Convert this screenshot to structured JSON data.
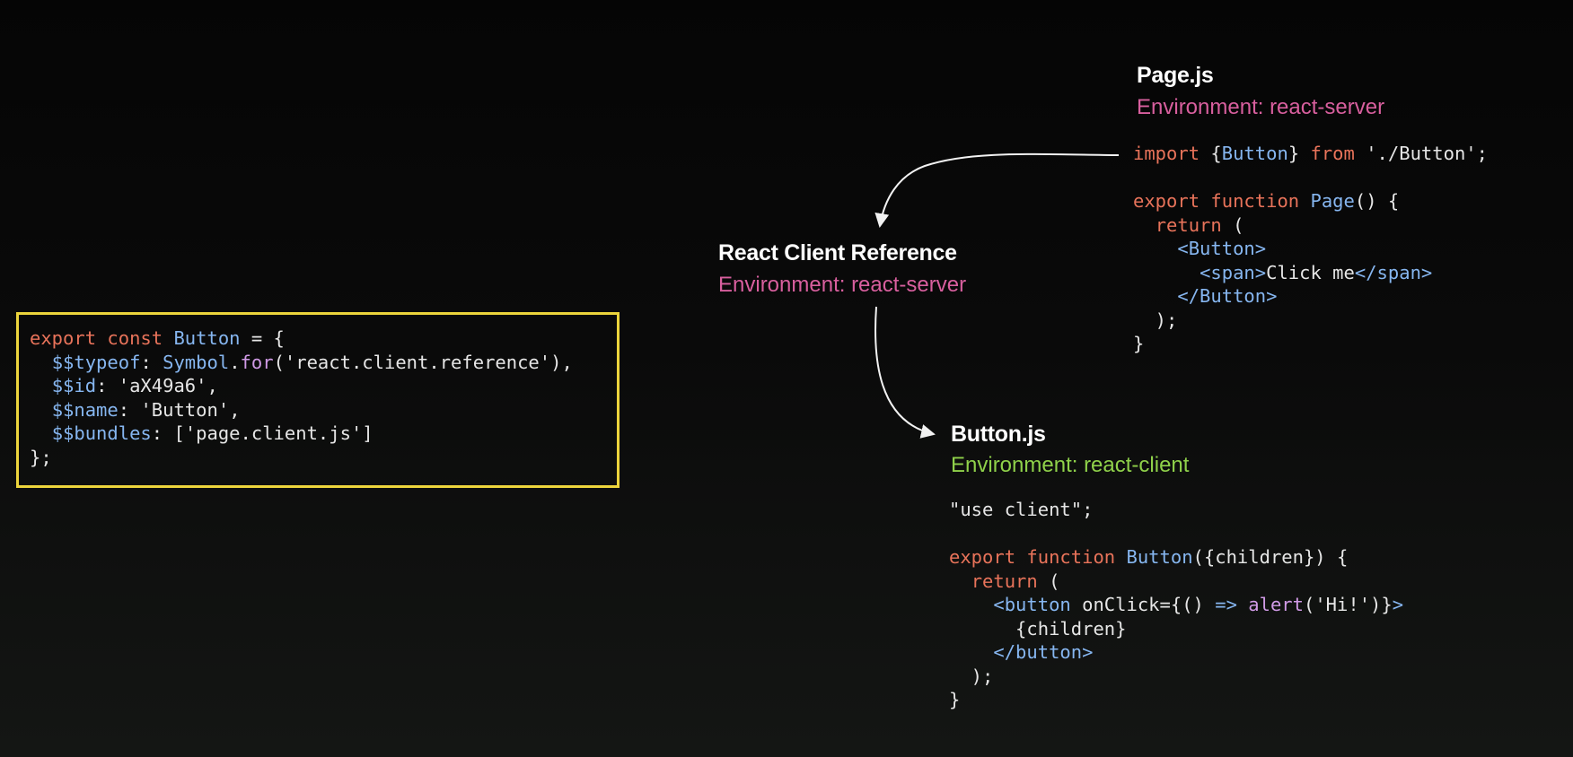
{
  "client_reference": {
    "code_lines": [
      "export const Button = {",
      "  $$typeof: Symbol.for('react.client.reference'),",
      "  $$id: 'aX49a6',",
      "  $$name: 'Button',",
      "  $$bundles: ['page.client.js']",
      "};"
    ]
  },
  "page_file": {
    "title": "Page.js",
    "environment": "Environment: react-server",
    "code_lines": [
      "import {Button} from './Button';",
      "",
      "export function Page() {",
      "  return (",
      "    <Button>",
      "      <span>Click me</span>",
      "    </Button>",
      "  );",
      "}"
    ]
  },
  "reference_node": {
    "title": "React Client Reference",
    "environment": "Environment: react-server"
  },
  "button_file": {
    "title": "Button.js",
    "environment": "Environment: react-client",
    "code_lines": [
      "\"use client\";",
      "",
      "export function Button({children}) {",
      "  return (",
      "    <button onClick={() => alert('Hi!')}>",
      "      {children}",
      "    </button>",
      "  );",
      "}"
    ]
  },
  "colors": {
    "highlight_border": "#ecd43c",
    "env_server": "#d85f9e",
    "env_client": "#8fd14a",
    "keyword": "#e8735a",
    "identifier": "#86b6f0"
  }
}
